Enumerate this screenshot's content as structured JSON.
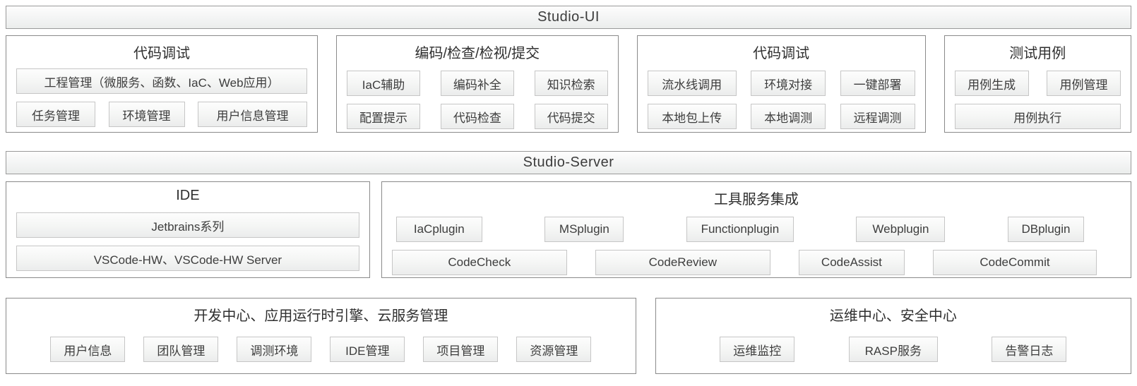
{
  "top_bar": {
    "label": "Studio-UI"
  },
  "server_bar": {
    "label": "Studio-Server"
  },
  "ui_panels": [
    {
      "title": "代码调试",
      "wide_button": "工程管理（微服务、函数、IaC、Web应用）",
      "buttons": [
        "任务管理",
        "环境管理",
        "用户信息管理"
      ]
    },
    {
      "title": "编码/检查/检视/提交",
      "rows": [
        [
          "IaC辅助",
          "编码补全",
          "知识检索"
        ],
        [
          "配置提示",
          "代码检查",
          "代码提交"
        ]
      ]
    },
    {
      "title": "代码调试",
      "rows": [
        [
          "流水线调用",
          "环境对接",
          "一键部署"
        ],
        [
          "本地包上传",
          "本地调测",
          "远程调测"
        ]
      ]
    },
    {
      "title": "测试用例",
      "buttons": [
        "用例生成",
        "用例管理"
      ],
      "wide_button": "用例执行"
    }
  ],
  "server_panels": {
    "ide": {
      "title": "IDE",
      "buttons": [
        "Jetbrains系列",
        "VSCode-HW、VSCode-HW Server"
      ]
    },
    "tools": {
      "title": "工具服务集成",
      "row1": [
        "IaCplugin",
        "MSplugin",
        "Functionplugin",
        "Webplugin",
        "DBplugin"
      ],
      "row2": [
        "CodeCheck",
        "CodeReview",
        "CodeAssist",
        "CodeCommit"
      ]
    }
  },
  "bottom_panels": [
    {
      "title": "开发中心、应用运行时引擎、云服务管理",
      "buttons": [
        "用户信息",
        "团队管理",
        "调测环境",
        "IDE管理",
        "项目管理",
        "资源管理"
      ]
    },
    {
      "title": "运维中心、安全中心",
      "buttons": [
        "运维监控",
        "RASP服务",
        "告警日志"
      ]
    }
  ],
  "colors": {
    "panel_border": "#8a8a8a",
    "bar_border": "#9a9a9a",
    "button_border": "#c6c6c6",
    "button_bg_top": "#fdfdfd",
    "button_bg_bottom": "#ebecec",
    "text": "#3a3a3a",
    "background": "#ffffff"
  }
}
